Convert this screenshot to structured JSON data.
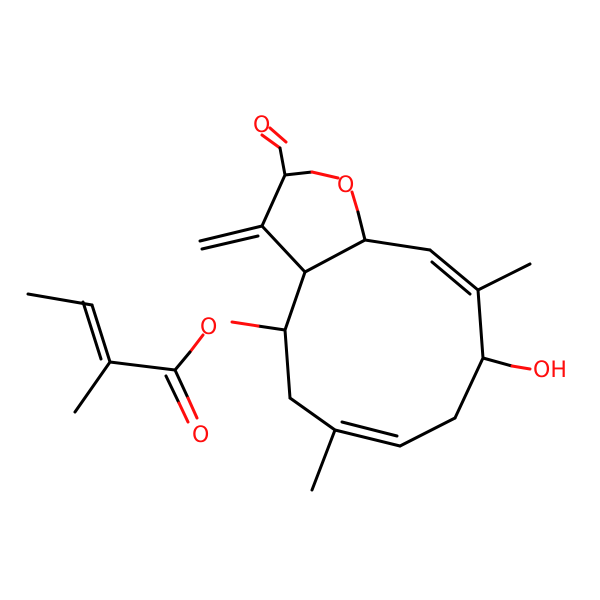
{
  "molecule": {
    "atom_labels": {
      "lactone_carbonyl_o": "O",
      "ring_o": "O",
      "ester_o": "O",
      "ester_carbonyl_o": "O",
      "hydroxyl": "OH"
    }
  },
  "colors": {
    "bond": "#000000",
    "oxygen": "#ff0d0d",
    "background": "#ffffff"
  }
}
